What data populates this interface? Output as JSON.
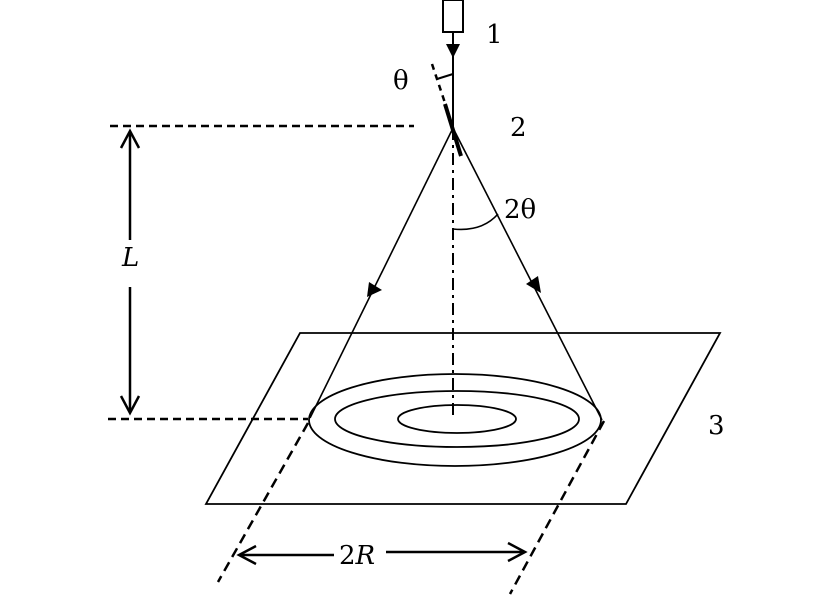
{
  "labels": {
    "source": "1",
    "crystal": "2",
    "screen": "3",
    "theta": "θ",
    "two_theta": "2θ",
    "distance": "L",
    "diameter": "2R"
  },
  "colors": {
    "ink": "#000000",
    "background": "#ffffff"
  }
}
